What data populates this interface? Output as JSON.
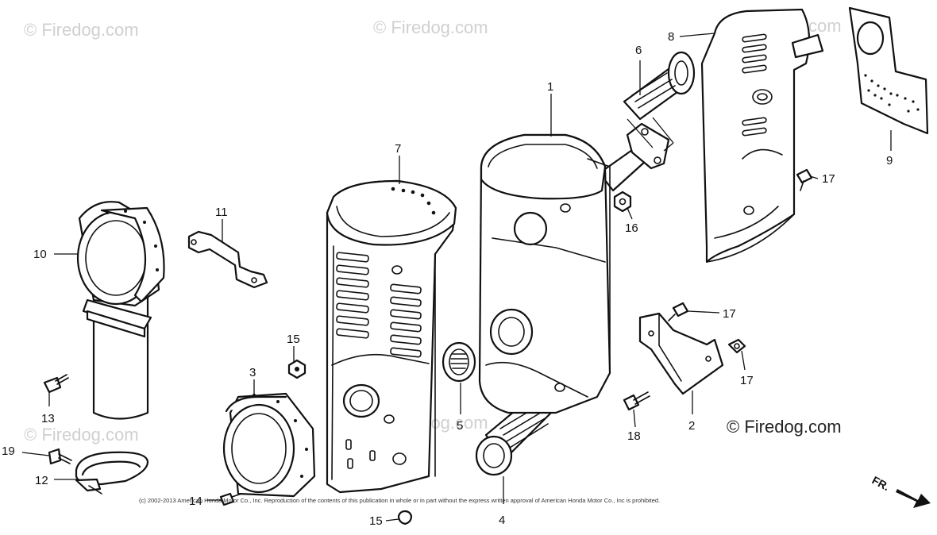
{
  "watermarks": {
    "top_left": "© Firedog.com",
    "top_center": "© Firedog.com",
    "top_right": "© Firedog.com",
    "mid_left": "© Firedog.com",
    "mid_center": "© Firedog.com",
    "bottom_right": "© Firedog.com"
  },
  "copyright": "(c) 2002-2013 American Honda Motor Co., Inc. Reproduction of the contents of this publication in whole or in part without the express written approval of American Honda Motor Co., Inc is prohibited.",
  "front_indicator": "FR.",
  "callouts": {
    "c1": "1",
    "c2": "2",
    "c3": "3",
    "c4": "4",
    "c5": "5",
    "c6": "6",
    "c7": "7",
    "c8": "8",
    "c9": "9",
    "c10": "10",
    "c11": "11",
    "c12": "12",
    "c13": "13",
    "c14": "14",
    "c15a": "15",
    "c15b": "15",
    "c16": "16",
    "c17a": "17",
    "c17b": "17",
    "c17c": "17",
    "c18": "18",
    "c19": "19"
  }
}
